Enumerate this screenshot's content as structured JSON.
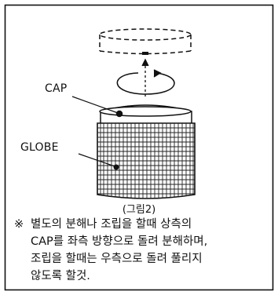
{
  "labels": {
    "cap": "CAP",
    "globe": "GLOBE"
  },
  "caption": "(그림2)",
  "note": {
    "mark": "※",
    "lines": [
      "별도의 분해나 조립을 할때 상측의",
      "CAP를 좌측 방향으로 돌려 분해하며,",
      "조립을 할때는 우측으로 돌려 풀리지",
      "않도록 할것."
    ]
  }
}
